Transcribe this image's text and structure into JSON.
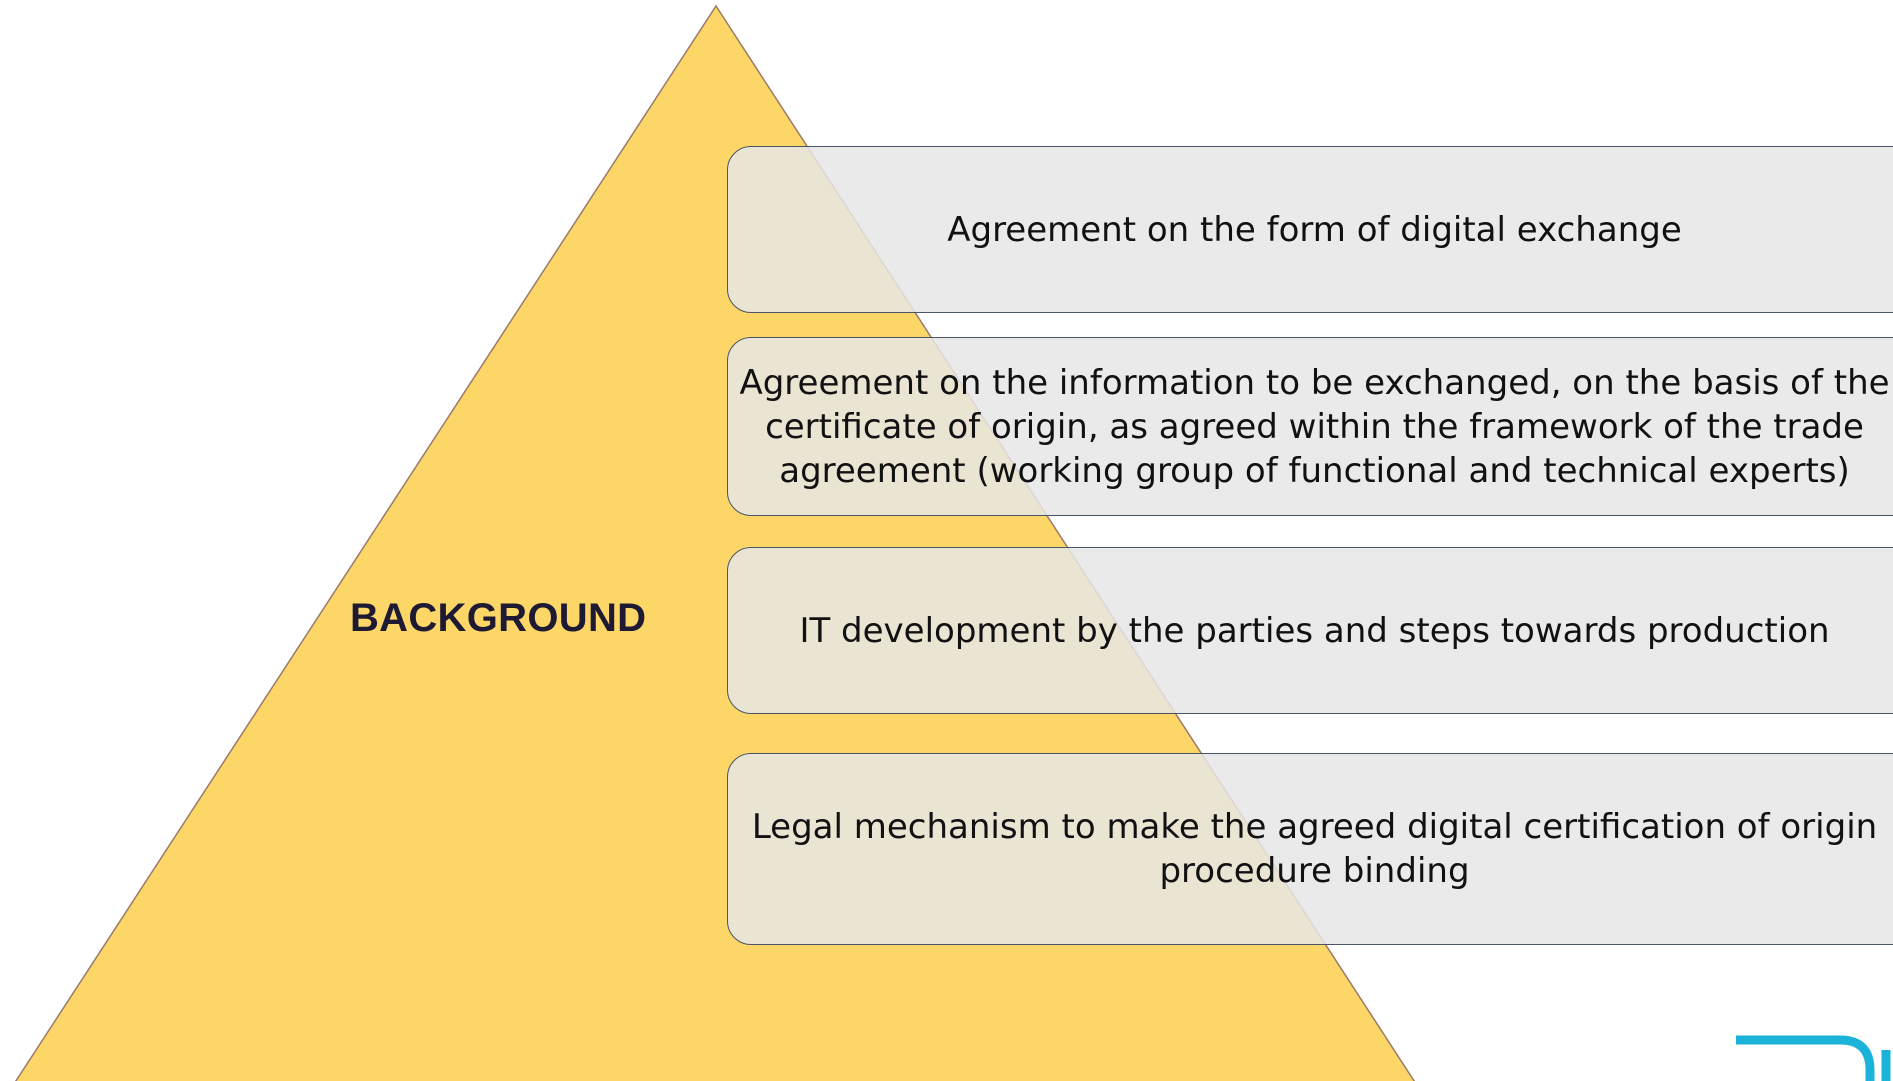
{
  "pyramid": {
    "label": "BACKGROUND",
    "fill_color": "#FCD667",
    "outline_color": "#9a7a6a"
  },
  "boxes": [
    {
      "text": "Agreement on the form of digital exchange"
    },
    {
      "text": "Agreement on the information to be exchanged, on the basis of the certificate of origin, as agreed within the framework of the trade agreement (working group of functional and technical experts)"
    },
    {
      "text": "IT development by the parties and steps towards production"
    },
    {
      "text": "Legal mechanism to make the agreed digital certification of origin procedure binding"
    }
  ],
  "colors": {
    "box_fill": "#E6E6E6",
    "box_border": "#4A5468",
    "logo_accent": "#1BB3D9"
  }
}
